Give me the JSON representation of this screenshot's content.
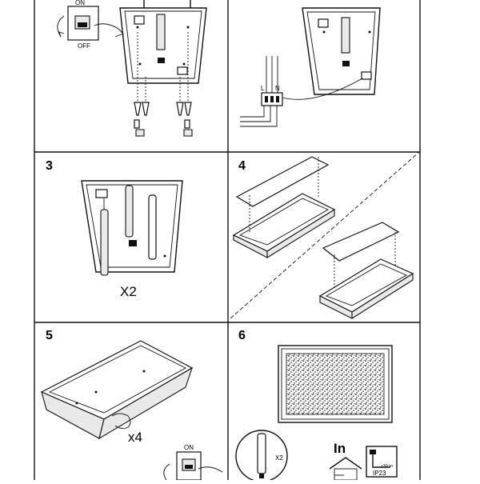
{
  "panels": [
    {
      "id": "1",
      "number": "",
      "switch_on": "ON",
      "switch_off": "OFF"
    },
    {
      "id": "2",
      "number": "",
      "terminals": [
        "L",
        "N"
      ]
    },
    {
      "id": "3",
      "number": "3",
      "multiplier": "X2"
    },
    {
      "id": "4",
      "number": "4"
    },
    {
      "id": "5",
      "number": "5",
      "multiplier": "x4",
      "switch_on": "ON"
    },
    {
      "id": "6",
      "number": "6",
      "tube_multiplier": "X2",
      "indoor_label": "In",
      "ip_rating": "IP23",
      "ip_distance": "≥30cm"
    }
  ],
  "colors": {
    "line": "#111111",
    "background": "#ffffff",
    "shade": "#e9e9e9"
  },
  "icons": [
    "switch-icon",
    "screw-icon",
    "dowel-icon",
    "terminal-block-icon",
    "fluorescent-tube-icon",
    "house-icon",
    "ip-rating-icon"
  ]
}
